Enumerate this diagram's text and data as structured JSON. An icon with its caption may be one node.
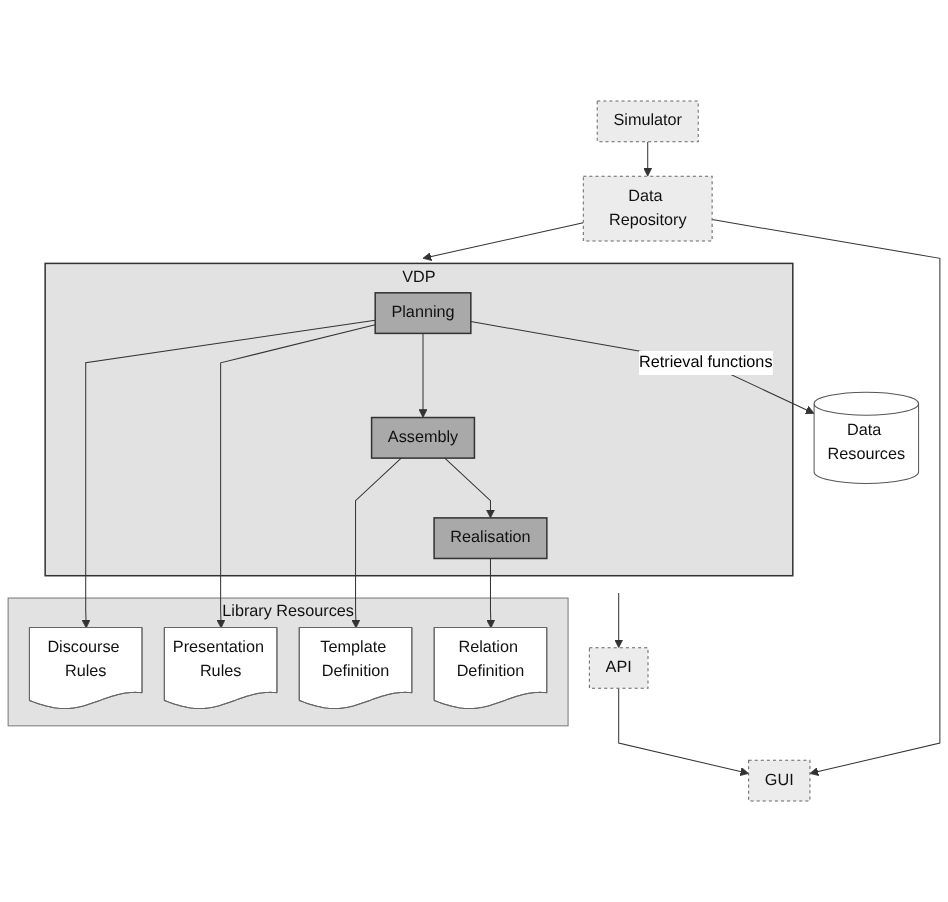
{
  "diagram": {
    "nodes": [
      {
        "text": [
          "Data Resources"
        ]
      },
      {
        "text": [
          "Library Resources"
        ]
      },
      {
        "text": [
          "Discourse Rules"
        ],
        "in": 1
      },
      {
        "text": [
          "Presentation Rules"
        ],
        "in": 1
      },
      {
        "text": [
          "Template Definition"
        ],
        "in": 1
      },
      {
        "text": [
          "Relation Definition"
        ],
        "in": 1
      },
      {
        "text": [
          "VDP"
        ]
      },
      {
        "text": [
          "Planning"
        ],
        "in": 6
      },
      {
        "text": [
          "Assembly"
        ],
        "in": 6
      },
      {
        "text": [
          "Realisation"
        ],
        "in": 6
      },
      {
        "text": [
          "API"
        ]
      },
      {
        "text": [
          "GUI"
        ]
      },
      {
        "text": [
          "Data Repository"
        ]
      },
      {
        "text": [
          "Simulator"
        ]
      }
    ],
    "edges": [
      {
        "from": 7,
        "to": 0,
        "arrow": "to",
        "label": "Retrieval functions"
      },
      {
        "from": 7,
        "to": 2,
        "arrow": "to"
      },
      {
        "from": 7,
        "to": 3,
        "arrow": "to"
      },
      {
        "from": 8,
        "to": 4,
        "arrow": "to"
      },
      {
        "from": 9,
        "to": 5,
        "arrow": "to"
      },
      {
        "from": 7,
        "to": 8,
        "arrow": "to"
      },
      {
        "from": 8,
        "to": 9,
        "arrow": "to"
      },
      {
        "from": 6,
        "to": 10,
        "arrow": "to"
      },
      {
        "from": 10,
        "to": 11,
        "arrow": "to"
      },
      {
        "from": 12,
        "to": 6,
        "arrow": "to"
      },
      {
        "from": 12,
        "to": 11,
        "arrow": "to"
      },
      {
        "from": 13,
        "to": 12,
        "arrow": "to"
      }
    ]
  }
}
